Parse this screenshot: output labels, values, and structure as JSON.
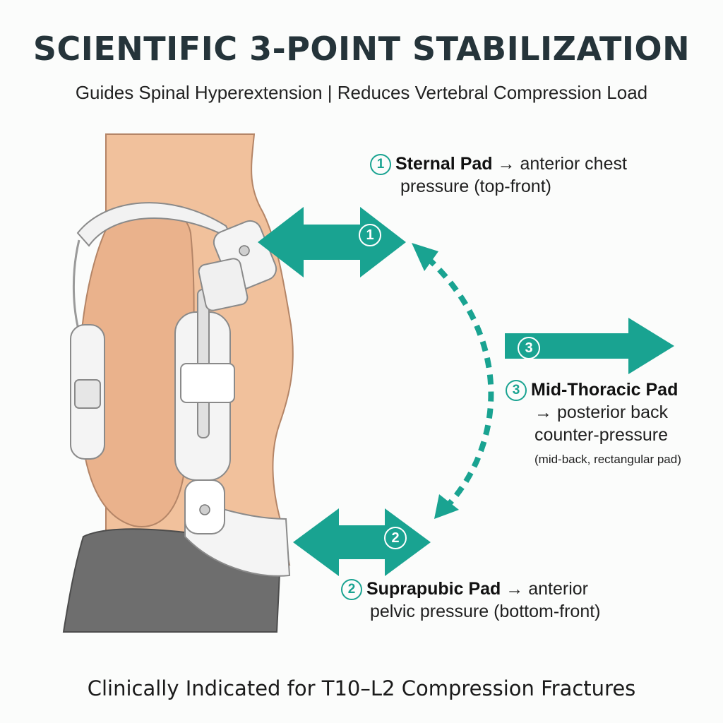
{
  "header": {
    "title": "SCIENTIFIC 3-POINT STABILIZATION",
    "subtitle": "Guides Spinal Hyperextension | Reduces Vertebral Compression Load"
  },
  "points": [
    {
      "number": "1",
      "name": "Sternal Pad",
      "arrow": "→",
      "desc_line1": "anterior chest",
      "desc_line2": "pressure (top-front)"
    },
    {
      "number": "2",
      "name": "Suprapubic Pad",
      "arrow": "→",
      "desc_line1": "anterior",
      "desc_line2": "pelvic pressure (bottom-front)"
    },
    {
      "number": "3",
      "name": "Mid-Thoracic Pad",
      "arrow": "→",
      "desc_line1": "posterior back",
      "desc_line2": "counter-pressure",
      "note": "(mid-back, rectangular pad)"
    }
  ],
  "footer": {
    "text": "Clinically Indicated for T10–L2 Compression Fractures"
  },
  "colors": {
    "accent": "#19a391",
    "skin": "#f1c19c",
    "pants": "#6e6e6e",
    "brace": "#f2f2f2",
    "title": "#25343a"
  },
  "icons": [
    "force-arrow-icon",
    "curved-dashed-arrow-icon",
    "numbered-badge-icon"
  ]
}
